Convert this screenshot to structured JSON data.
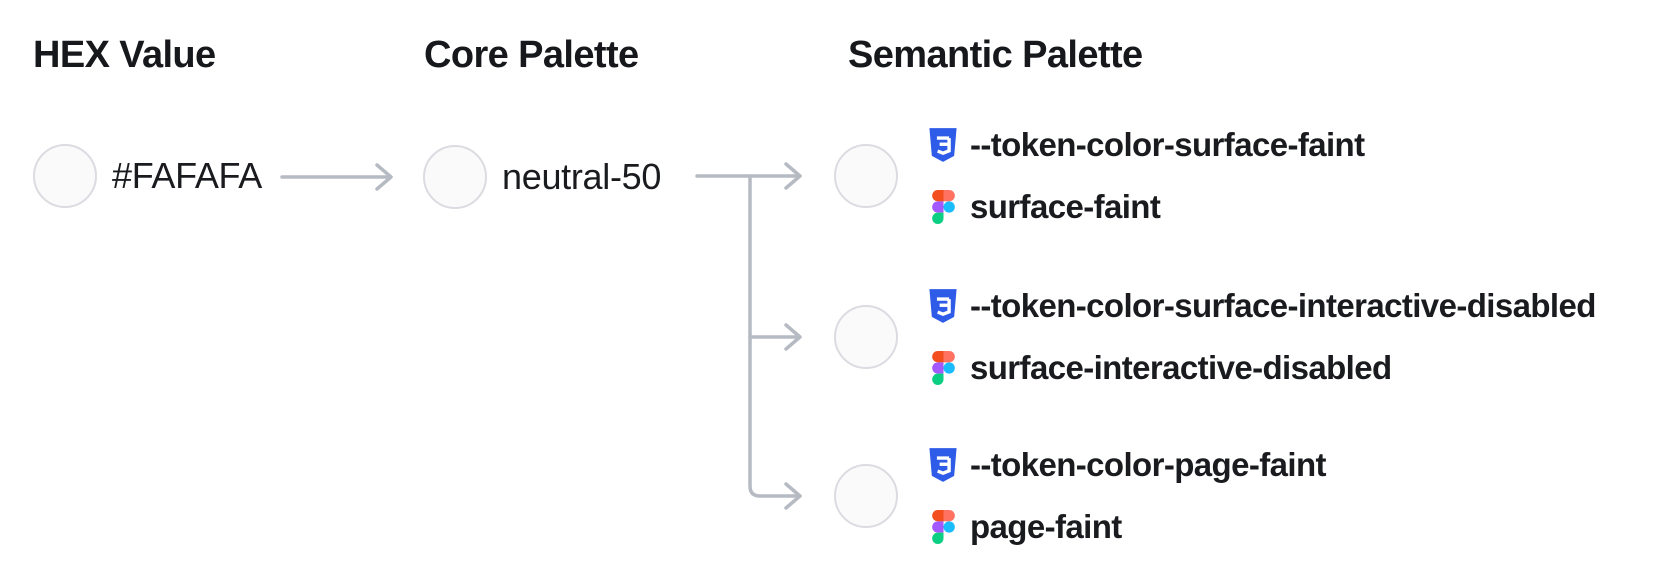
{
  "columns": {
    "hex": {
      "title": "HEX Value"
    },
    "core": {
      "title": "Core Palette"
    },
    "semantic": {
      "title": "Semantic Palette"
    }
  },
  "hex_value": {
    "label": "#FAFAFA",
    "swatch_color": "#FAFAFA"
  },
  "core_palette": {
    "label": "neutral-50",
    "swatch_color": "#FAFAFA"
  },
  "semantic_tokens": [
    {
      "css_variable": "--token-color-surface-faint",
      "figma_name": "surface-faint",
      "swatch_color": "#FAFAFA"
    },
    {
      "css_variable": "--token-color-surface-interactive-disabled",
      "figma_name": "surface-interactive-disabled",
      "swatch_color": "#FAFAFA"
    },
    {
      "css_variable": "--token-color-page-faint",
      "figma_name": "page-faint",
      "swatch_color": "#FAFAFA"
    }
  ],
  "icons": {
    "css": "css3-shield-icon",
    "figma": "figma-logo-icon"
  },
  "colors": {
    "background": "#FFFFFF",
    "text": "#1A1B1E",
    "swatch_fill": "#FAFAFA",
    "swatch_border": "#DBDCE1",
    "connector": "#B6BAC2",
    "css_icon_blue_left": "#264DE4",
    "css_icon_blue_right": "#2E5BE7",
    "css_icon_glyph": "#FFFFFF",
    "figma_orange": "#F24E1E",
    "figma_salmon": "#FF7262",
    "figma_purple": "#A259FF",
    "figma_blue": "#1ABCFE",
    "figma_green": "#0ACF83"
  }
}
